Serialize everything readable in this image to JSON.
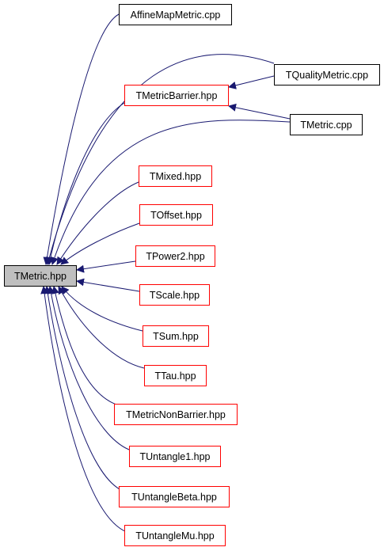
{
  "colors": {
    "edge": "#191970",
    "border_black": "#000000",
    "border_red": "#ff0000",
    "root_fill": "#bfbfbf"
  },
  "nodes": {
    "root": "TMetric.hpp",
    "affine": "AffineMapMetric.cpp",
    "quality": "TQualityMetric.cpp",
    "barrier": "TMetricBarrier.hpp",
    "tmetric_cpp": "TMetric.cpp",
    "mixed": "TMixed.hpp",
    "offset": "TOffset.hpp",
    "power2": "TPower2.hpp",
    "scale": "TScale.hpp",
    "sum": "TSum.hpp",
    "tau": "TTau.hpp",
    "nonbarrier": "TMetricNonBarrier.hpp",
    "untangle1": "TUntangle1.hpp",
    "untanglebeta": "TUntangleBeta.hpp",
    "untanglemu": "TUntangleMu.hpp"
  }
}
